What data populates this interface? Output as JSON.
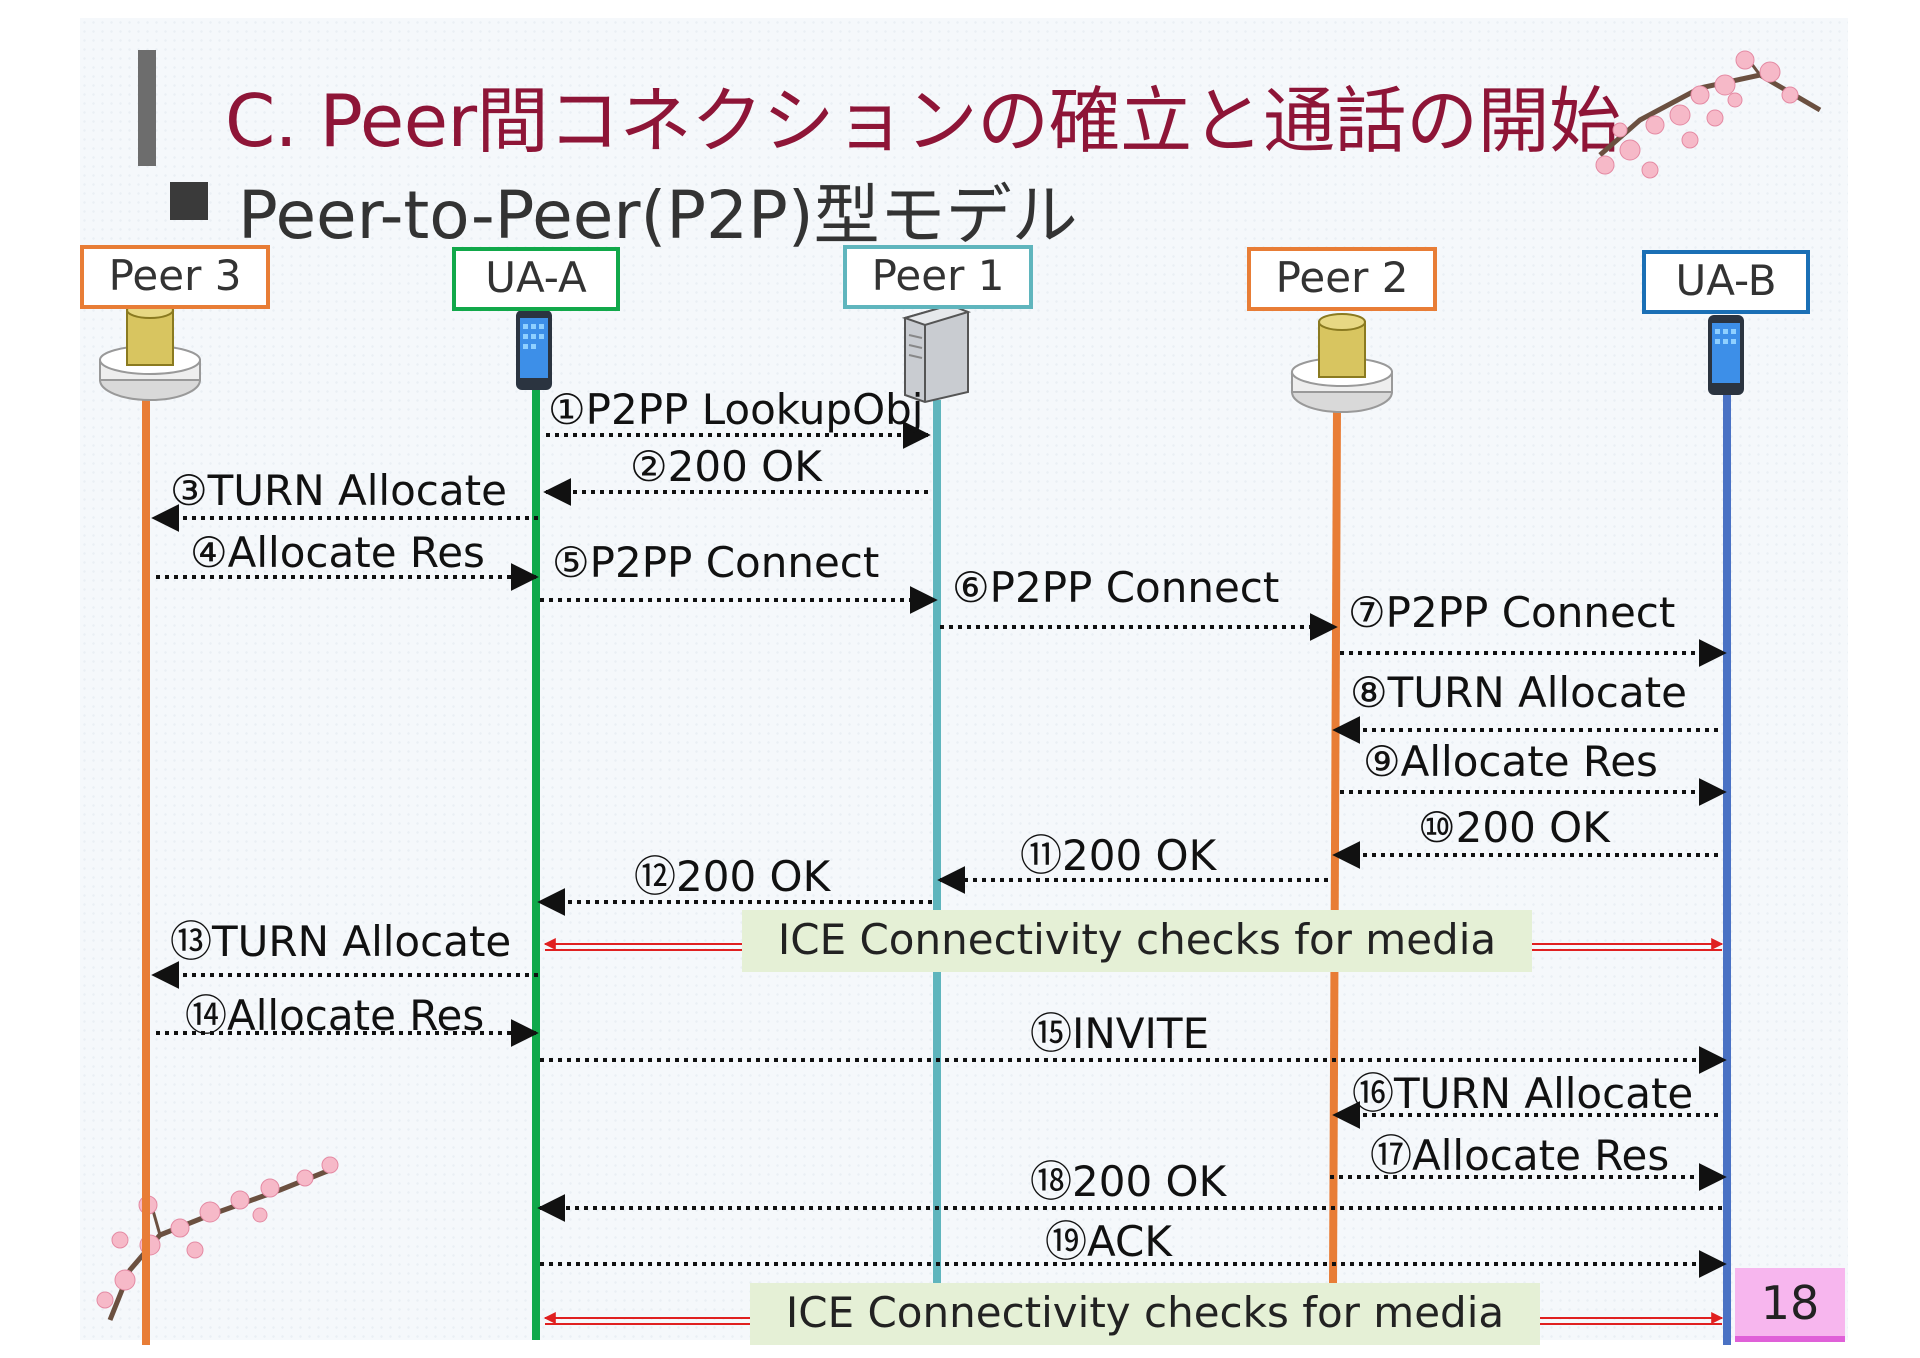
{
  "slide": {
    "title": "C. Peer間コネクションの確立と通話の開始",
    "subtitle": "Peer-to-Peer(P2P)型モデル",
    "page_number": "18"
  },
  "entities": [
    {
      "id": "peer3",
      "label": "Peer 3",
      "color": "#e87d36",
      "icon": "hub-icon"
    },
    {
      "id": "uaa",
      "label": "UA-A",
      "color": "#11a84a",
      "icon": "smartphone-icon"
    },
    {
      "id": "peer1",
      "label": "Peer 1",
      "color": "#5fb5bd",
      "icon": "server-icon"
    },
    {
      "id": "peer2",
      "label": "Peer 2",
      "color": "#e87d36",
      "icon": "hub-icon"
    },
    {
      "id": "uab",
      "label": "UA-B",
      "color": "#1a6fb5",
      "icon": "smartphone-icon"
    }
  ],
  "messages": [
    {
      "label": "①P2PP LookupObj",
      "from": "uaa",
      "to": "peer1"
    },
    {
      "label": "②200 OK",
      "from": "peer1",
      "to": "uaa"
    },
    {
      "label": "③TURN Allocate",
      "from": "uaa",
      "to": "peer3"
    },
    {
      "label": "④Allocate Res",
      "from": "peer3",
      "to": "uaa"
    },
    {
      "label": "⑤P2PP Connect",
      "from": "uaa",
      "to": "peer1"
    },
    {
      "label": "⑥P2PP Connect",
      "from": "peer1",
      "to": "peer2"
    },
    {
      "label": "⑦P2PP Connect",
      "from": "peer2",
      "to": "uab"
    },
    {
      "label": "⑧TURN Allocate",
      "from": "uab",
      "to": "peer2"
    },
    {
      "label": "⑨Allocate Res",
      "from": "peer2",
      "to": "uab"
    },
    {
      "label": "⑩200 OK",
      "from": "uab",
      "to": "peer2"
    },
    {
      "label": "⑪200 OK",
      "from": "peer2",
      "to": "peer1"
    },
    {
      "label": "⑫200 OK",
      "from": "peer1",
      "to": "uaa"
    },
    {
      "label": "⑬TURN Allocate",
      "from": "uaa",
      "to": "peer3"
    },
    {
      "label": "⑭Allocate Res",
      "from": "peer3",
      "to": "uaa"
    },
    {
      "label": "⑮INVITE",
      "from": "uaa",
      "to": "uab"
    },
    {
      "label": "⑯TURN Allocate",
      "from": "uab",
      "to": "peer2"
    },
    {
      "label": "⑰Allocate Res",
      "from": "peer2",
      "to": "uab"
    },
    {
      "label": "⑱200 OK",
      "from": "uab",
      "to": "uaa"
    },
    {
      "label": "⑲ACK",
      "from": "uaa",
      "to": "uab"
    }
  ],
  "ice_checks": [
    {
      "label": "ICE Connectivity checks for media",
      "between": [
        "uaa",
        "uab"
      ]
    },
    {
      "label": "ICE Connectivity checks for media",
      "between": [
        "uaa",
        "uab"
      ]
    }
  ],
  "colors": {
    "title": "#8e1537",
    "arrow": "#111111",
    "ice_arrow": "#e02020",
    "ice_box": "#e5f0d6",
    "page_badge": "#f7b6ee"
  },
  "decorations": [
    "cherry-blossom-branch-icon",
    "cherry-blossom-branch-icon"
  ]
}
